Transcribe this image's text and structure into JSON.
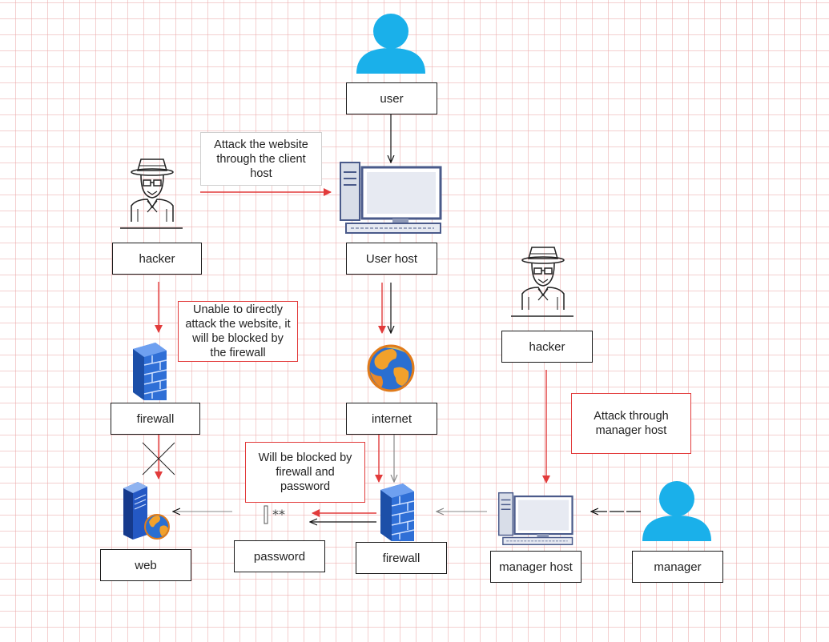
{
  "nodes": {
    "user": "user",
    "user_host": "User host",
    "hacker_left": "hacker",
    "firewall_left": "firewall",
    "internet": "internet",
    "web": "web",
    "password": "password",
    "firewall_center": "firewall",
    "hacker_right": "hacker",
    "manager_host": "manager host",
    "manager": "manager"
  },
  "notes": {
    "attack_client": "Attack the website through the client host",
    "unable_direct": "Unable to directly attack the website, it will be blocked by the firewall",
    "blocked_password": "Will be blocked by firewall and password",
    "attack_manager": "Attack through manager host"
  },
  "colors": {
    "attack_arrow": "#e23b3b",
    "normal_arrow": "#111111",
    "user_icon": "#1ab0ea",
    "firewall_blue": "#2f6fd6"
  }
}
